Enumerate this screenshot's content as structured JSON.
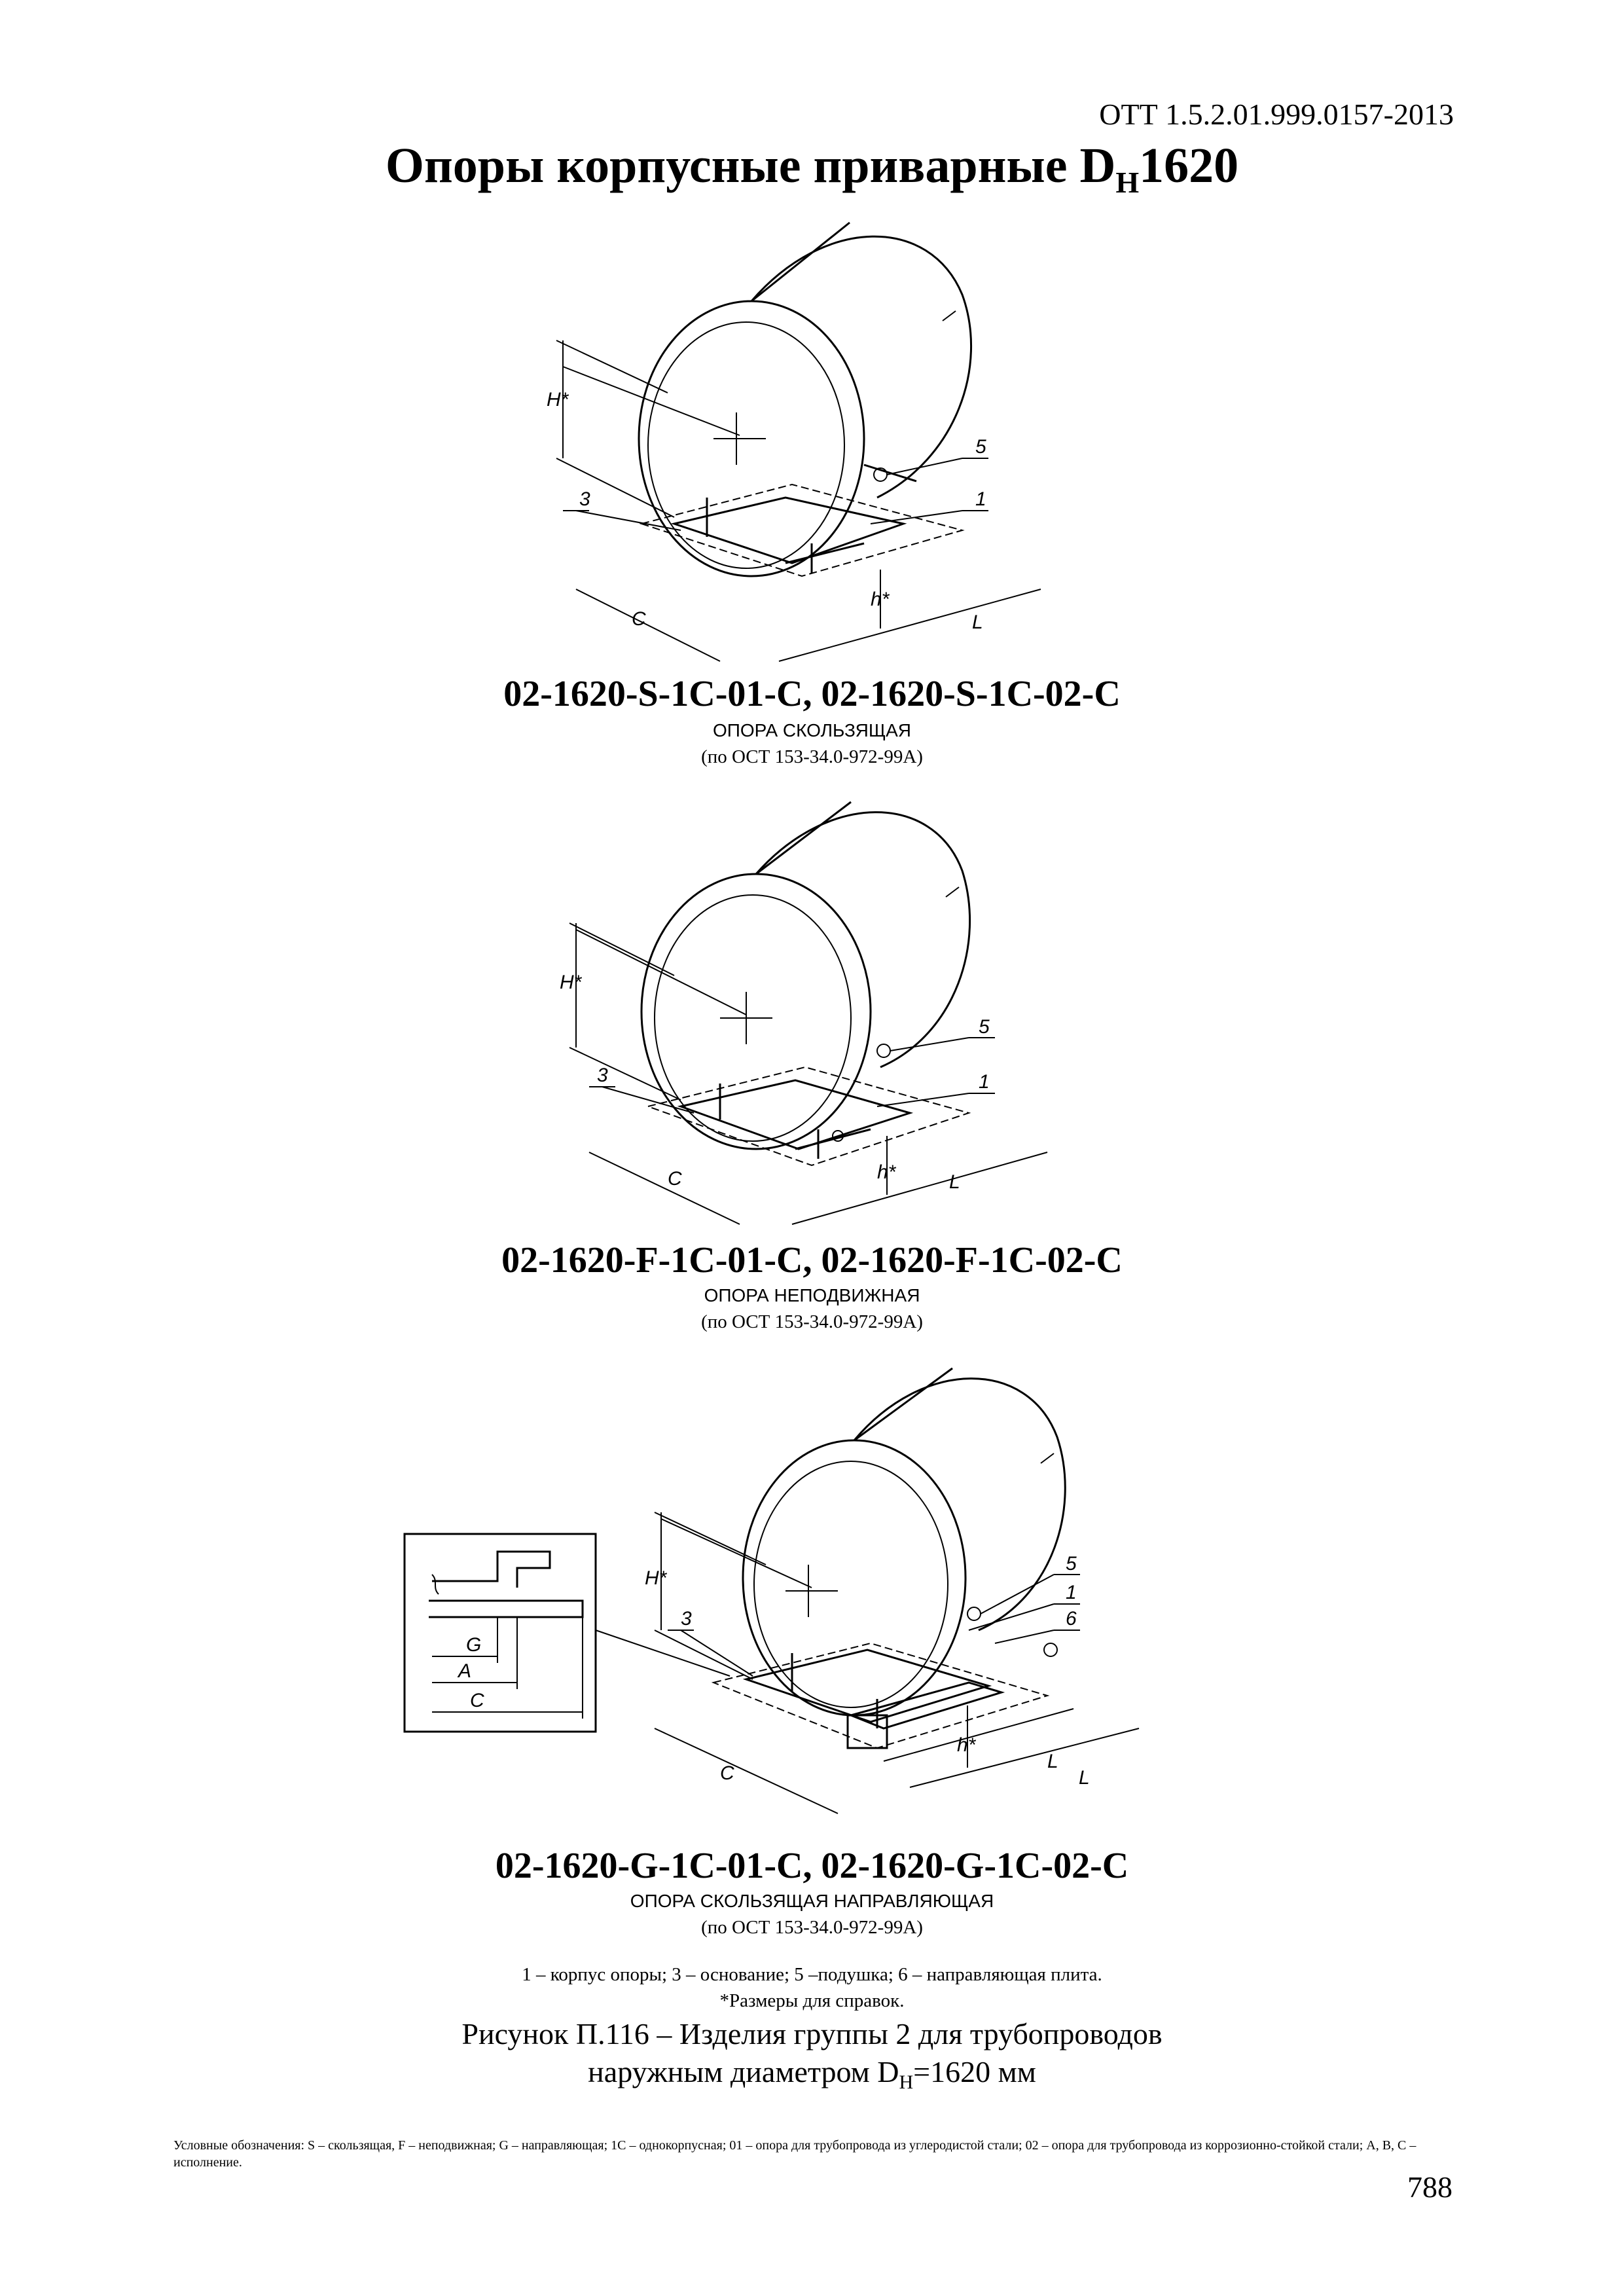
{
  "header": {
    "doc_code": "ОТТ 1.5.2.01.999.0157-2013",
    "title_main": "Опоры корпусные приварные  D",
    "title_sub": "Н",
    "title_end": "1620"
  },
  "figures": [
    {
      "code": "02-1620-S-1C-01-C, 02-1620-S-1C-02-C",
      "name": "ОПОРА СКОЛЬЗЯЩАЯ",
      "standard": "(по ОСТ 153-34.0-972-99А)",
      "labels": {
        "H": "H*",
        "h": "h*",
        "C": "C",
        "L": "L",
        "n3": "3",
        "n5": "5",
        "n1": "1"
      }
    },
    {
      "code": "02-1620-F-1C-01-C, 02-1620-F-1C-02-C",
      "name": "ОПОРА НЕПОДВИЖНАЯ",
      "standard": "(по ОСТ 153-34.0-972-99А)",
      "labels": {
        "H": "H*",
        "h": "h*",
        "C": "C",
        "L": "L",
        "n3": "3",
        "n5": "5",
        "n1": "1"
      }
    },
    {
      "code": "02-1620-G-1C-01-C, 02-1620-G-1C-02-C",
      "name": "ОПОРА СКОЛЬЗЯЩАЯ НАПРАВЛЯЮЩАЯ",
      "standard": "(по ОСТ 153-34.0-972-99А)",
      "labels": {
        "H": "H*",
        "h": "h*",
        "C": "C",
        "L": "L",
        "L2": "L",
        "n3": "3",
        "n5": "5",
        "n1": "1",
        "n6": "6",
        "G": "G",
        "A": "A",
        "C2": "C"
      }
    }
  ],
  "legend": {
    "line1": "1 – корпус опоры; 3 – основание; 5 –подушка; 6 – направляющая плита.",
    "line2": "*Размеры для справок."
  },
  "figure_title": {
    "line1": "Рисунок П.116 – Изделия группы 2 для трубопроводов",
    "line2_start": "наружным диаметром D",
    "line2_sub": "Н",
    "line2_end": "=1620 мм"
  },
  "footnote": "Условные обозначения: S – скользящая, F – неподвижная; G – направляющая; 1С – однокорпусная; 01 – опора для трубопровода из углеродистой стали; 02 – опора для трубопровода из коррозионно-стойкой стали; А, В, С –  исполнение.",
  "page_number": "788"
}
